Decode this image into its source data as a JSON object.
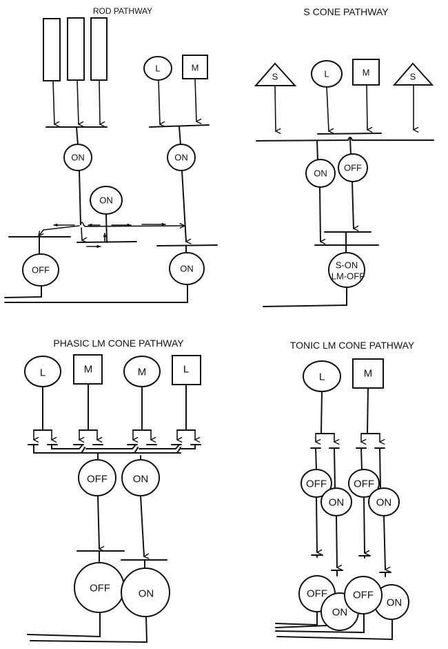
{
  "panels": {
    "rod": {
      "title": "ROD PATHWAY",
      "cone_l": "L",
      "cone_m": "M",
      "bipolar_rod": "ON",
      "bipolar_cone": "ON",
      "amacrine": "ON",
      "ganglion_off": "OFF",
      "ganglion_on": "ON"
    },
    "s_cone": {
      "title": "S CONE PATHWAY",
      "cone_s1": "S",
      "cone_l": "L",
      "cone_m": "M",
      "cone_s2": "S",
      "bipolar_on": "ON",
      "bipolar_off": "OFF",
      "ganglion_line1": "S-ON",
      "ganglion_line2": "LM-OFF"
    },
    "phasic": {
      "title": "PHASIC LM CONE PATHWAY",
      "cones": [
        "L",
        "M",
        "M",
        "L"
      ],
      "bipolar_off": "OFF",
      "bipolar_on": "ON",
      "ganglion_off": "OFF",
      "ganglion_on": "ON"
    },
    "tonic": {
      "title": "TONIC LM CONE PATHWAY",
      "cone_l": "L",
      "cone_m": "M",
      "bipolars": [
        "OFF",
        "ON",
        "OFF",
        "ON"
      ],
      "ganglions": [
        "OFF",
        "ON",
        "OFF",
        "ON"
      ]
    }
  }
}
